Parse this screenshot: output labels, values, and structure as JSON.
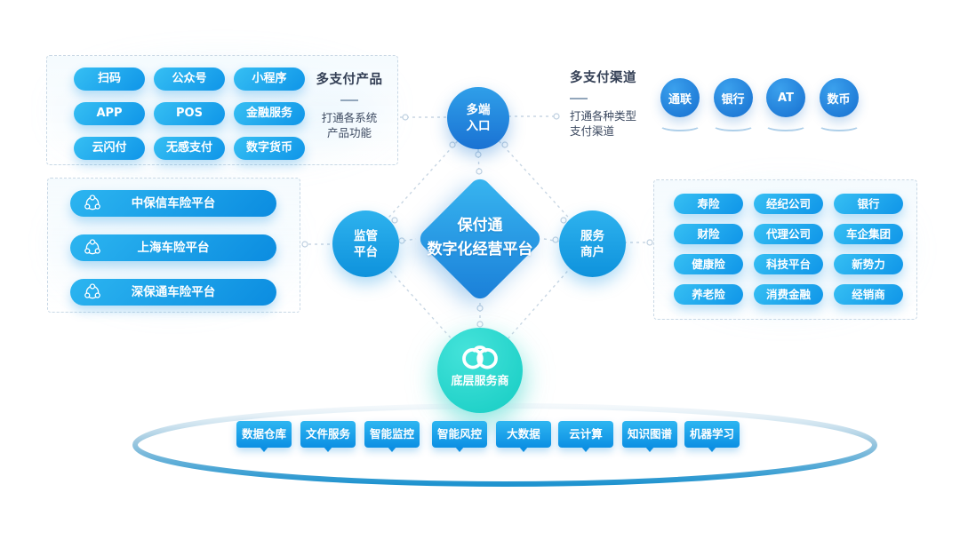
{
  "top_left": {
    "title": "多支付产品",
    "desc_line1": "打通各系统",
    "desc_line2": "产品功能",
    "pills": [
      "扫码",
      "公众号",
      "小程序",
      "APP",
      "POS",
      "金融服务",
      "云闪付",
      "无感支付",
      "数字货币"
    ]
  },
  "top_right": {
    "title": "多支付渠道",
    "desc_line1": "打通各种类型",
    "desc_line2": "支付渠道",
    "channels": [
      "通联",
      "银行",
      "AT",
      "数币"
    ]
  },
  "left_box": {
    "platforms": [
      "中保信车险平台",
      "上海车险平台",
      "深保通车险平台"
    ]
  },
  "right_box": {
    "merchants": [
      "寿险",
      "经纪公司",
      "银行",
      "财险",
      "代理公司",
      "车企集团",
      "健康险",
      "科技平台",
      "新势力",
      "养老险",
      "消费金融",
      "经销商"
    ]
  },
  "center": {
    "diamond_line1": "保付通",
    "diamond_line2": "数字化经营平台",
    "top_node_line1": "多端",
    "top_node_line2": "入口",
    "left_node_line1": "监管",
    "left_node_line2": "平台",
    "right_node_line1": "服务",
    "right_node_line2": "商户",
    "bottom_node_label": "底层服务商"
  },
  "bottom": {
    "services": [
      "数据仓库",
      "文件服务",
      "智能监控",
      "智能风控",
      "大数据",
      "云计算",
      "知识图谱",
      "机器学习"
    ]
  },
  "colors": {
    "pill_gradient_start": "#36bff3",
    "pill_gradient_end": "#0f95e8",
    "node_blue_start": "#2f9fe9",
    "node_blue_end": "#1a72d3",
    "teal_start": "#45e3da",
    "teal_end": "#15ccc3",
    "dashed_line": "#c8d6e3",
    "label_text": "#333f55",
    "ring_bottom": "#1e93cf"
  }
}
